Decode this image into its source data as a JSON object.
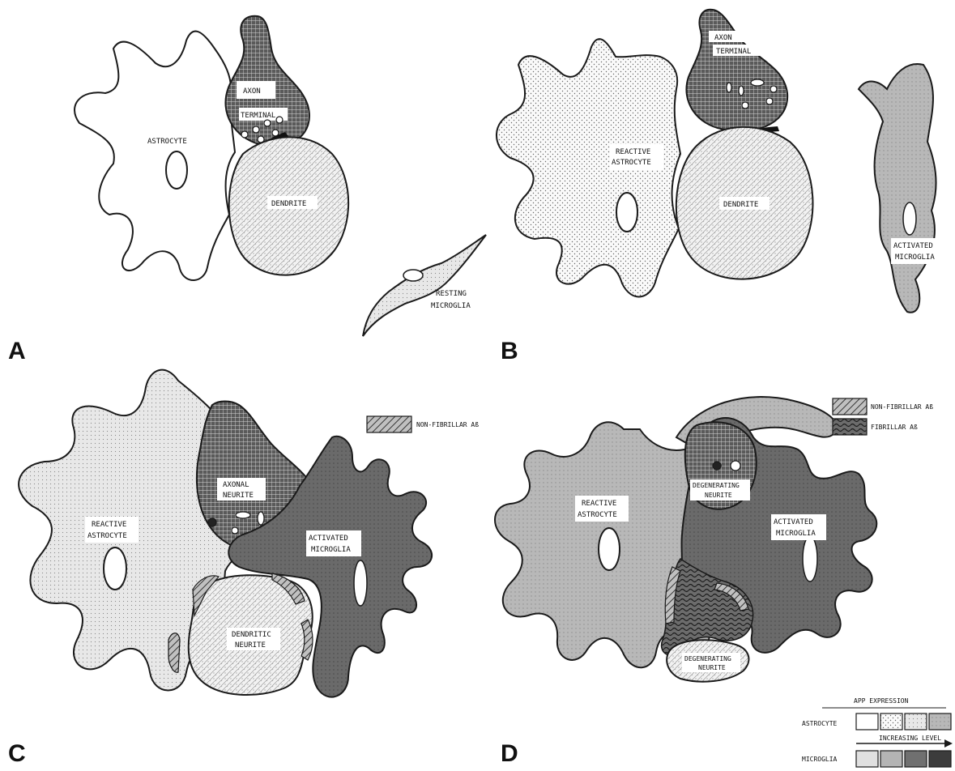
{
  "panels": {
    "a": {
      "letter": "A",
      "astrocyte": "ASTROCYTE",
      "axon_terminal": [
        "AXON",
        "TERMINAL"
      ],
      "dendrite": "DENDRITE",
      "microglia": [
        "RESTING",
        "MICROGLIA"
      ]
    },
    "b": {
      "letter": "B",
      "astrocyte": [
        "REACTIVE",
        "ASTROCYTE"
      ],
      "axon_terminal": [
        "AXON",
        "TERMINAL"
      ],
      "dendrite": "DENDRITE",
      "microglia": [
        "ACTIVATED",
        "MICROGLIA"
      ]
    },
    "c": {
      "letter": "C",
      "astrocyte": [
        "REACTIVE",
        "ASTROCYTE"
      ],
      "axonal": [
        "AXONAL",
        "NEURITE"
      ],
      "dendritic": [
        "DENDRITIC",
        "NEURITE"
      ],
      "microglia": [
        "ACTIVATED",
        "MICROGLIA"
      ],
      "legend": "NON-FIBRILLAR Aß"
    },
    "d": {
      "letter": "D",
      "astrocyte": [
        "REACTIVE",
        "ASTROCYTE"
      ],
      "degenerating_top": [
        "DEGENERATING",
        "NEURITE"
      ],
      "degenerating_bottom": [
        "DEGENERATING",
        "NEURITE"
      ],
      "microglia": [
        "ACTIVATED",
        "MICROGLIA"
      ],
      "legend_nonfib": "NON-FIBRILLAR Aß",
      "legend_fib": "FIBRILLAR Aß"
    }
  },
  "app_key": {
    "title": "APP EXPRESSION",
    "row_astrocyte": "ASTROCYTE",
    "row_microglia": "MICROGLIA",
    "arrow": "INCREASING LEVEL"
  },
  "colors": {
    "white": "#ffffff",
    "light": "#e6e6e6",
    "mid": "#b4b4b4",
    "dark": "#707070",
    "darker": "#505050",
    "outline": "#1a1a1a"
  }
}
